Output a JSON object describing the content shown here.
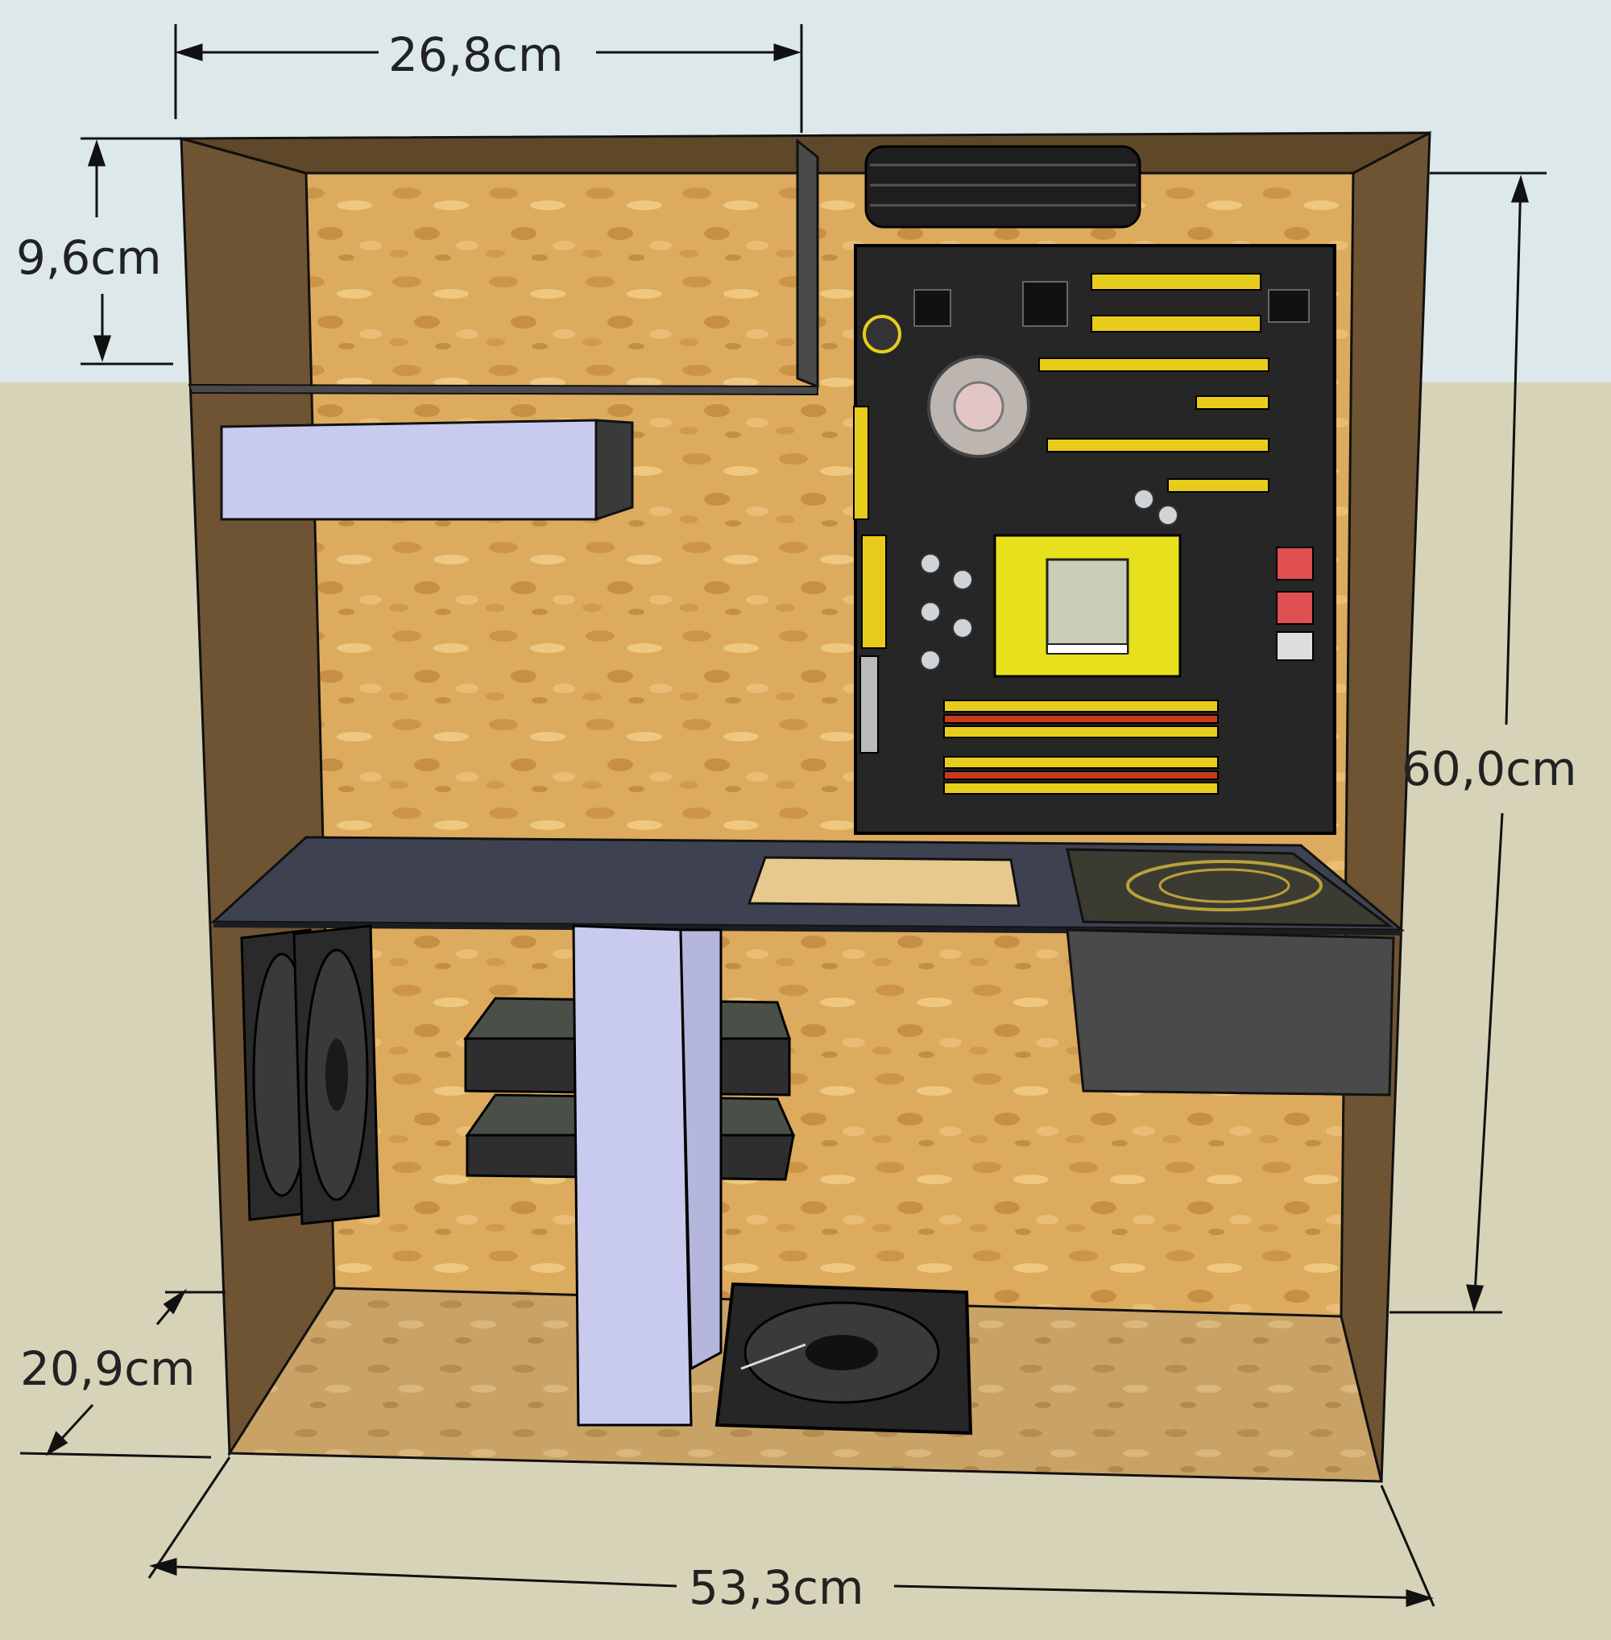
{
  "dimensions": {
    "top_width": "26,8cm",
    "shelf_height": "9,6cm",
    "total_height": "60,0cm",
    "depth": "20,9cm",
    "bottom_width": "53,3cm"
  },
  "colors": {
    "sky": "#dde8ea",
    "ground": "#d6d3b8",
    "osb": "#d9a85a",
    "wood_side": "#6e5432",
    "tray": "#3e4250",
    "drive_cage": "#c9cbee",
    "pcb": "#262626",
    "slot": "#e8cc1c",
    "ram": "#c83a1c",
    "psu": "#4a4a4a"
  }
}
